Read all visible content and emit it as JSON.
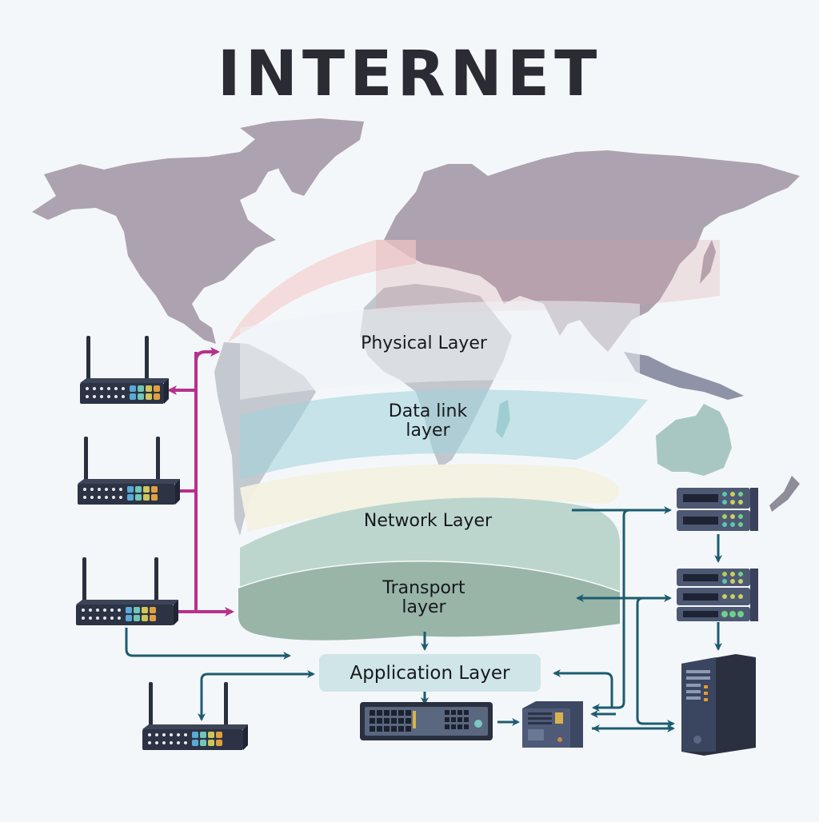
{
  "title": "INTERNET",
  "layers": [
    {
      "id": "physical",
      "label": "Physical Layer"
    },
    {
      "id": "data-link",
      "label": "Data link\nlayer",
      "line1": "Data link",
      "line2": "layer"
    },
    {
      "id": "network",
      "label": "Network Layer"
    },
    {
      "id": "transport",
      "label": "Transport\nlayer",
      "line1": "Transport",
      "line2": "layer"
    },
    {
      "id": "application",
      "label": "Application Layer"
    }
  ],
  "devices": {
    "routers": [
      "wireless-router",
      "wireless-router",
      "wireless-router",
      "wireless-router"
    ],
    "servers": [
      "rack-server",
      "rack-server",
      "tower-server"
    ],
    "switch": "network-switch",
    "gateway": "gateway-box"
  },
  "colors": {
    "background": "#f4f7fa",
    "map_land": "#ada3b0",
    "physical_band": "#f3d9d6",
    "data_link_band": "#bfe3e6",
    "cream_band": "#f2f1e6",
    "network_layer": "#bcd6ce",
    "transport_layer": "#98b5a8",
    "application_box": "#cfe5e8",
    "magenta_link": "#b8308c",
    "teal_link": "#1d5c6e",
    "device_dark": "#2f3a52"
  }
}
